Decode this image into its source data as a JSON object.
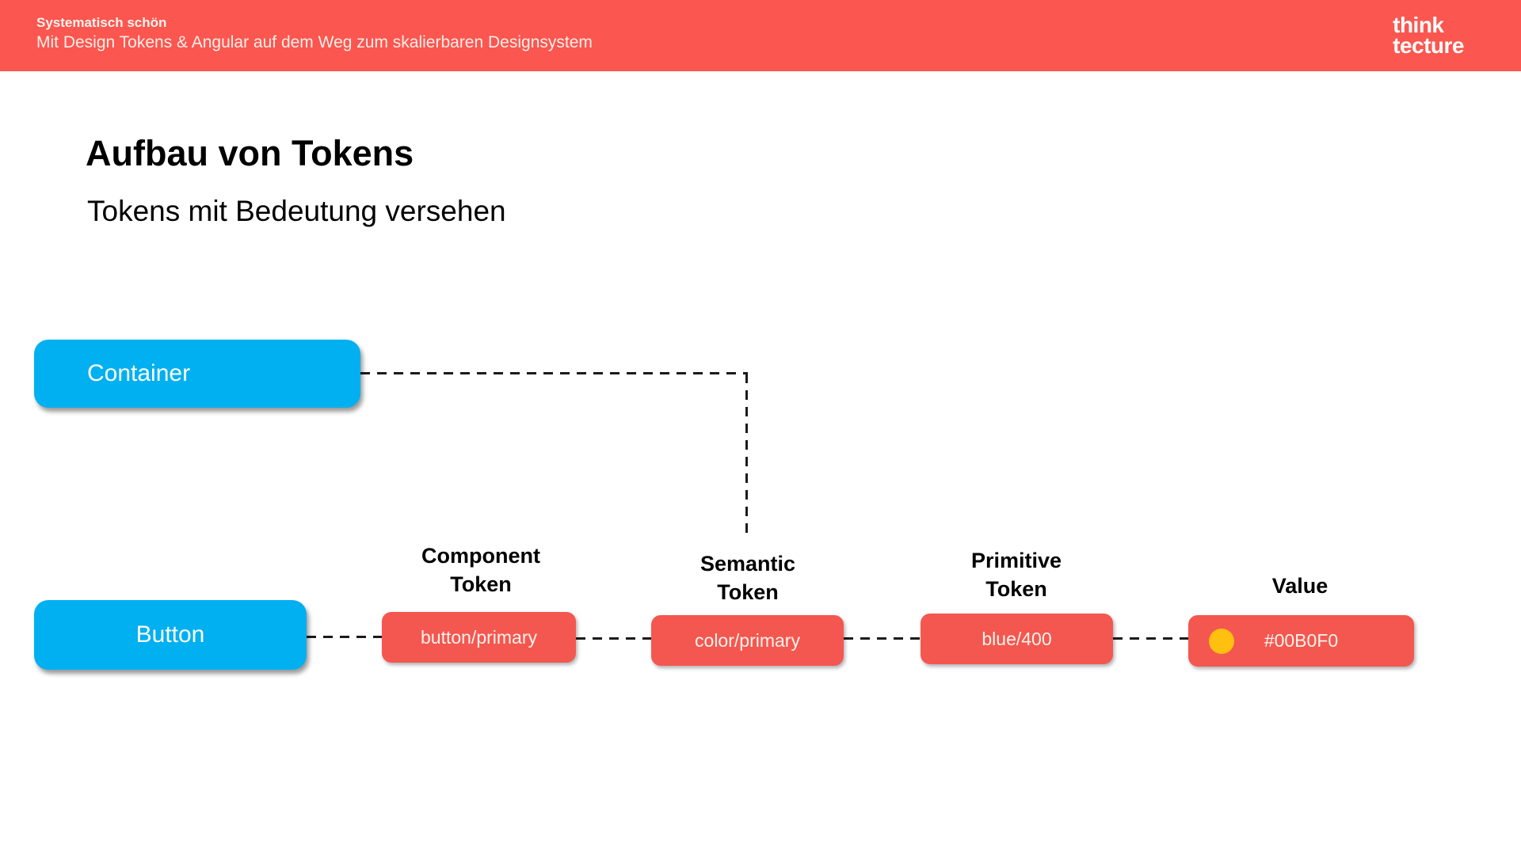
{
  "header": {
    "title": "Systematisch schön",
    "subtitle": "Mit Design Tokens & Angular auf dem Weg zum skalierbaren Designsystem",
    "logo_line1": "think",
    "logo_line2": "tecture",
    "background_color": "#FB564F"
  },
  "slide": {
    "title": "Aufbau von Tokens",
    "subtitle": "Tokens mit Bedeutung versehen"
  },
  "diagram": {
    "colors": {
      "blue_node": "#00B0F0",
      "red_node": "#F4574F",
      "swatch_yellow": "#FFC010",
      "connector": "#1b1b1b"
    },
    "nodes": {
      "container": "Container",
      "button": "Button",
      "component_token": "button/primary",
      "semantic_token": "color/primary",
      "primitive_token": "blue/400",
      "value": "#00B0F0"
    },
    "labels": {
      "component": [
        "Component",
        "Token"
      ],
      "semantic": [
        "Semantic",
        "Token"
      ],
      "primitive": [
        "Primitive",
        "Token"
      ],
      "value": "Value"
    }
  }
}
